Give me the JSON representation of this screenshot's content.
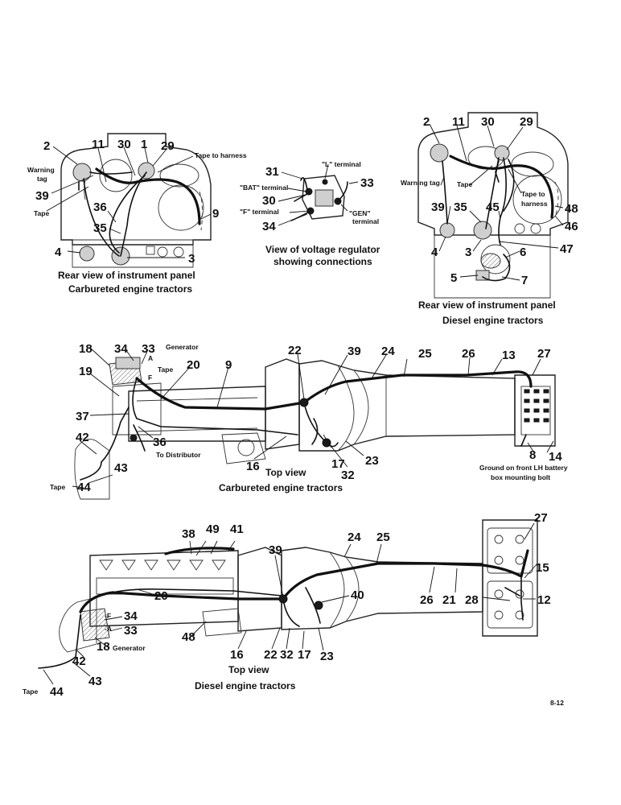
{
  "figure_code": "8-12",
  "captions": {
    "panel_carb_1": "Rear view of instrument panel",
    "panel_carb_2": "Carbureted engine tractors",
    "regulator_1": "View of voltage regulator",
    "regulator_2": "showing connections",
    "panel_diesel_1": "Rear view of instrument panel",
    "panel_diesel_2": "Diesel engine tractors",
    "top_carb_1": "Top view",
    "top_carb_2": "Carbureted engine tractors",
    "top_diesel_1": "Top view",
    "top_diesel_2": "Diesel engine tractors"
  },
  "text_labels": {
    "warning_tag": "Warning tag",
    "warning": "Warning",
    "tag": "tag",
    "tape": "Tape",
    "tape_to_harness": "Tape to harness",
    "tape_to": "Tape to",
    "harness": "harness",
    "l_terminal": "\"L\" terminal",
    "bat_terminal": "\"BAT\" terminal",
    "f_terminal": "\"F\" terminal",
    "gen_1": "\"GEN\"",
    "gen_2": "terminal",
    "generator": "Generator",
    "to_distributor": "To Distributor",
    "ground_1": "Ground on front LH battery",
    "ground_2": "box mounting bolt",
    "letter_a": "A",
    "letter_f": "F",
    "letter_f_small": "-F",
    "letter_a_small": "-A"
  },
  "callouts": {
    "c1_2": "2",
    "c1_11": "11",
    "c1_30": "30",
    "c1_1": "1",
    "c1_29": "29",
    "c1_39": "39",
    "c1_36": "36",
    "c1_35": "35",
    "c1_9": "9",
    "c1_4": "4",
    "c1_3": "3",
    "r_31": "31",
    "r_33": "33",
    "r_30": "30",
    "r_34": "34",
    "d1_2": "2",
    "d1_11": "11",
    "d1_30": "30",
    "d1_29": "29",
    "d1_39": "39",
    "d1_35": "35",
    "d1_45": "45",
    "d1_48": "48",
    "d1_46": "46",
    "d1_47": "47",
    "d1_4": "4",
    "d1_3": "3",
    "d1_6": "6",
    "d1_5": "5",
    "d1_7": "7",
    "t1_18": "18",
    "t1_34": "34",
    "t1_33": "33",
    "t1_19": "19",
    "t1_20": "20",
    "t1_9": "9",
    "t1_22": "22",
    "t1_39": "39",
    "t1_24": "24",
    "t1_25": "25",
    "t1_26": "26",
    "t1_13": "13",
    "t1_27": "27",
    "t1_37": "37",
    "t1_36": "36",
    "t1_42": "42",
    "t1_43": "43",
    "t1_44": "44",
    "t1_16": "16",
    "t1_17": "17",
    "t1_23": "23",
    "t1_32": "32",
    "t1_8": "8",
    "t1_14": "14",
    "t2_38": "38",
    "t2_49": "49",
    "t2_41": "41",
    "t2_24": "24",
    "t2_25": "25",
    "t2_27": "27",
    "t2_39": "39",
    "t2_20": "20",
    "t2_40": "40",
    "t2_15": "15",
    "t2_26": "26",
    "t2_21": "21",
    "t2_28": "28",
    "t2_12": "12",
    "t2_34": "34",
    "t2_33": "33",
    "t2_18": "18",
    "t2_48": "48",
    "t2_16": "16",
    "t2_22": "22",
    "t2_32": "32",
    "t2_17": "17",
    "t2_23": "23",
    "t2_42": "42",
    "t2_43": "43",
    "t2_44": "44"
  }
}
